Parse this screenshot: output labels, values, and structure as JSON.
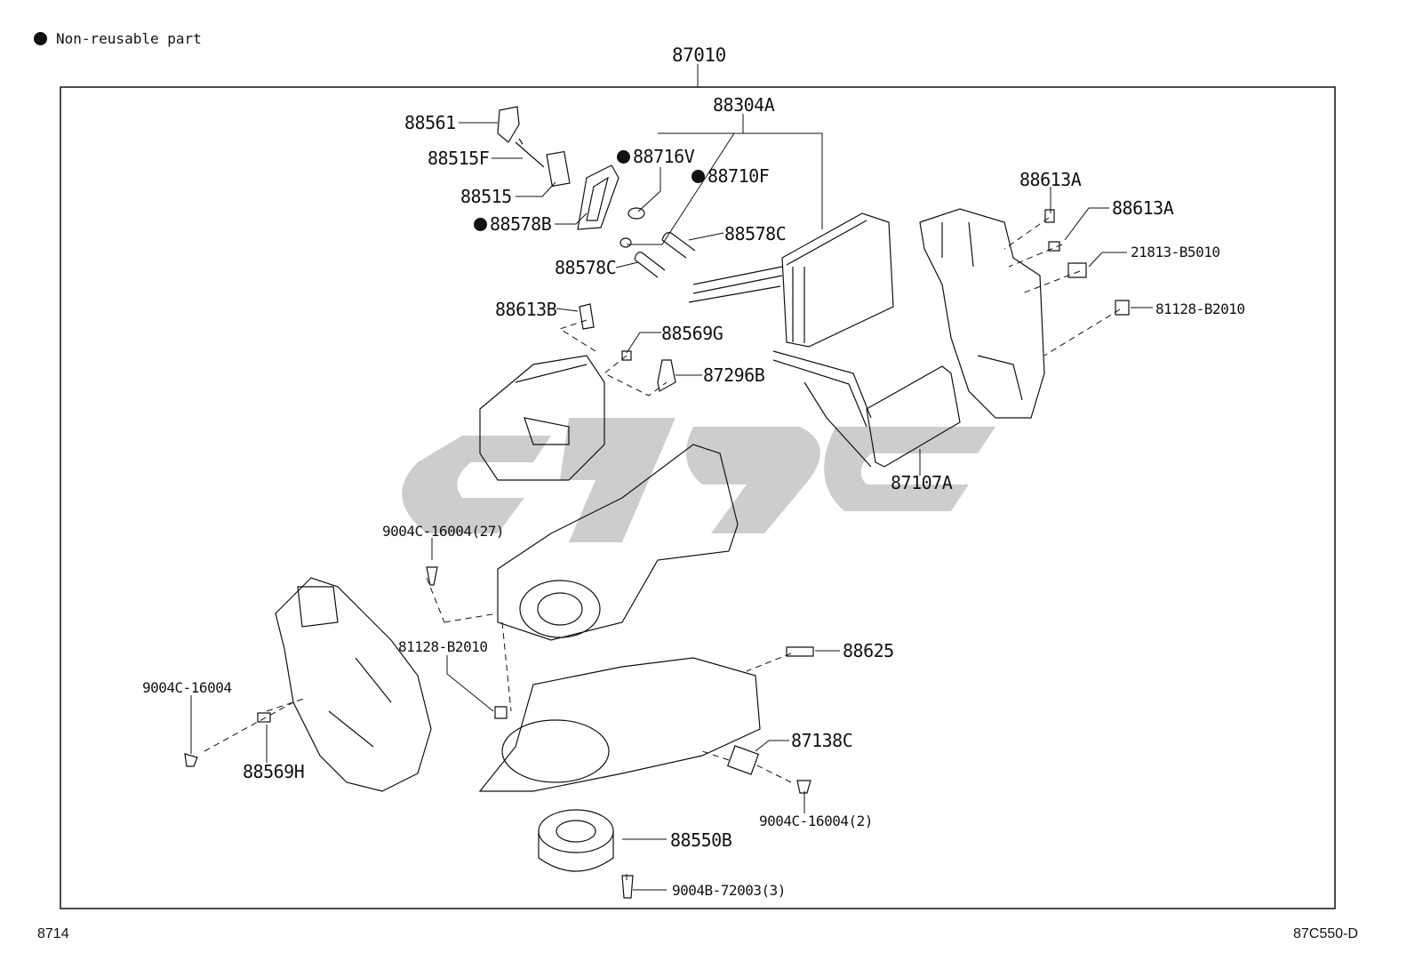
{
  "legend": {
    "text": "Non-reusable part"
  },
  "assembly_number": "87010",
  "page_ref": "8714",
  "figure_code": "87C550-D",
  "parts": [
    {
      "id": "88561",
      "non_reusable": false
    },
    {
      "id": "88515F",
      "non_reusable": false
    },
    {
      "id": "88515",
      "non_reusable": false
    },
    {
      "id": "88578B",
      "non_reusable": true
    },
    {
      "id": "88716V",
      "non_reusable": true
    },
    {
      "id": "88710F",
      "non_reusable": true
    },
    {
      "id": "88304A",
      "non_reusable": false
    },
    {
      "id": "88578C",
      "non_reusable": false
    },
    {
      "id": "88578C",
      "non_reusable": false
    },
    {
      "id": "88613A",
      "non_reusable": false
    },
    {
      "id": "88613A",
      "non_reusable": false
    },
    {
      "id": "21813-B5010",
      "non_reusable": false
    },
    {
      "id": "81128-B2010",
      "non_reusable": false
    },
    {
      "id": "88613B",
      "non_reusable": false
    },
    {
      "id": "88569G",
      "non_reusable": false
    },
    {
      "id": "87296B",
      "non_reusable": false
    },
    {
      "id": "87107A",
      "non_reusable": false
    },
    {
      "id": "9004C-16004(27)",
      "non_reusable": false
    },
    {
      "id": "81128-B2010",
      "non_reusable": false
    },
    {
      "id": "88625",
      "non_reusable": false
    },
    {
      "id": "9004C-16004",
      "non_reusable": false
    },
    {
      "id": "87138C",
      "non_reusable": false
    },
    {
      "id": "88569H",
      "non_reusable": false
    },
    {
      "id": "9004C-16004(2)",
      "non_reusable": false
    },
    {
      "id": "88550B",
      "non_reusable": false
    },
    {
      "id": "9004B-72003(3)",
      "non_reusable": false
    }
  ],
  "colors": {
    "ink": "#111111",
    "watermark": "#c8c8c8"
  }
}
